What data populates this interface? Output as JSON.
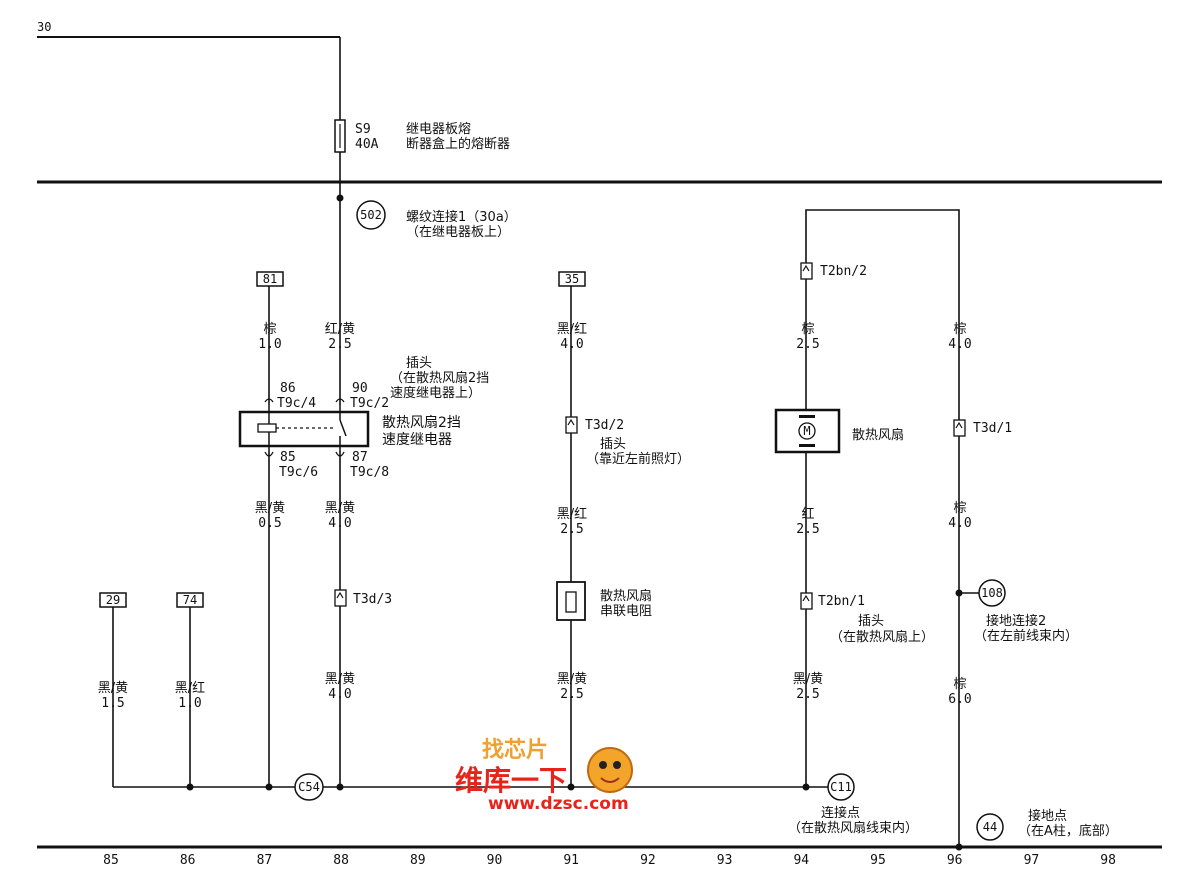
{
  "rail_30": "30",
  "fuse": {
    "id": "S9",
    "rating": "40A",
    "desc1": "继电器板熔",
    "desc2": "断器盒上的熔断器"
  },
  "node_502": {
    "num": "502",
    "desc1": "螺纹连接1（30a）",
    "desc2": "（在继电器板上）"
  },
  "box_81": "81",
  "box_35": "35",
  "box_29": "29",
  "box_74": "74",
  "wire_81": {
    "color": "棕",
    "size": "1.0"
  },
  "wire_s9": {
    "color": "红/黄",
    "size": "2.5"
  },
  "wire_35": {
    "color": "黑/红",
    "size": "4.0"
  },
  "wire_fan_top_left": {
    "color": "棕",
    "size": "2.5"
  },
  "wire_fan_top_right": {
    "color": "棕",
    "size": "4.0"
  },
  "relay_plug": {
    "title": "插头",
    "desc1": "（在散热风扇2挡",
    "desc2": "速度继电器上）"
  },
  "relay": {
    "pin86": "86",
    "pin86_conn": "T9c/4",
    "pin90": "90",
    "pin90_conn": "T9c/2",
    "pin85": "85",
    "pin85_conn": "T9c/6",
    "pin87": "87",
    "pin87_conn": "T9c/8",
    "name1": "散热风扇2挡",
    "name2": "速度继电器"
  },
  "t3d2": {
    "label": "T3d/2",
    "title": "插头",
    "desc": "（靠近左前照灯）"
  },
  "t2bn2": "T2bn/2",
  "t3d1": "T3d/1",
  "motor": {
    "symbol": "M",
    "name": "散热风扇"
  },
  "wire_85": {
    "color": "黑/黄",
    "size": "0.5"
  },
  "wire_87": {
    "color": "黑/黄",
    "size": "4.0"
  },
  "wire_res_top": {
    "color": "黑/红",
    "size": "2.5"
  },
  "wire_motor_bottom": {
    "color": "红",
    "size": "2.5"
  },
  "wire_t3d1_bottom": {
    "color": "棕",
    "size": "4.0"
  },
  "t3d3": "T3d/3",
  "resistor": {
    "name1": "散热风扇",
    "name2": "串联电阻"
  },
  "t2bn1": {
    "label": "T2bn/1",
    "title": "插头",
    "desc": "（在散热风扇上）"
  },
  "node_108": {
    "num": "108",
    "desc1": "接地连接2",
    "desc2": "（在左前线束内）"
  },
  "wire_29": {
    "color": "黑/黄",
    "size": "1.5"
  },
  "wire_74": {
    "color": "黑/红",
    "size": "1.0"
  },
  "wire_t3d3_bottom": {
    "color": "黑/黄",
    "size": "4.0"
  },
  "wire_res_bottom": {
    "color": "黑/黄",
    "size": "2.5"
  },
  "wire_t2bn1_bottom": {
    "color": "黑/黄",
    "size": "2.5"
  },
  "wire_ground": {
    "color": "棕",
    "size": "6.0"
  },
  "node_c54": "C54",
  "node_c11": {
    "num": "C11",
    "desc1": "连接点",
    "desc2": "（在散热风扇线束内）"
  },
  "node_44": {
    "num": "44",
    "desc1": "接地点",
    "desc2": "（在A柱，底部）"
  },
  "watermark": {
    "line1": "找芯片",
    "line2": "维库一下",
    "line3": "www.dzsc.com"
  },
  "column_numbers": [
    "85",
    "86",
    "87",
    "88",
    "89",
    "90",
    "91",
    "92",
    "93",
    "94",
    "95",
    "96",
    "97",
    "98"
  ]
}
